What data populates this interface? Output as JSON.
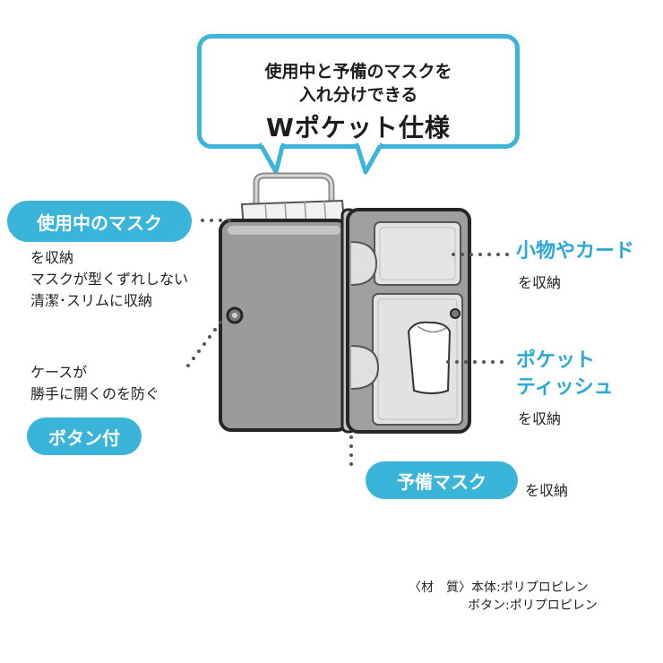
{
  "bubble": {
    "line1": "使用中と予備のマスクを",
    "line2": "入れ分けできる",
    "line3": "Wポケット仕様"
  },
  "left_top": {
    "label": "使用中のマスク",
    "desc1": "を収納",
    "desc2": "マスクが型くずれしない",
    "desc3": "清潔･スリムに収納"
  },
  "left_bottom": {
    "desc1": "ケースが",
    "desc2": "勝手に開くのを防ぐ",
    "label": "ボタン付"
  },
  "right_top": {
    "label": "小物やカード",
    "desc": "を収納"
  },
  "right_middle": {
    "label1": "ポケット",
    "label2": "ティッシュ",
    "desc": "を収納"
  },
  "bottom_center": {
    "label": "予備マスク",
    "desc": "を収納"
  },
  "material": {
    "line1": "〈材　質〉本体:ポリプロピレン",
    "line2": "ボタン:ポリプロピレン"
  },
  "colors": {
    "accent": "#3ab4d9",
    "heading_blue": "#2aa9d6",
    "case_gray": "#9a9a9a",
    "case_outline": "#2a2a2a"
  }
}
